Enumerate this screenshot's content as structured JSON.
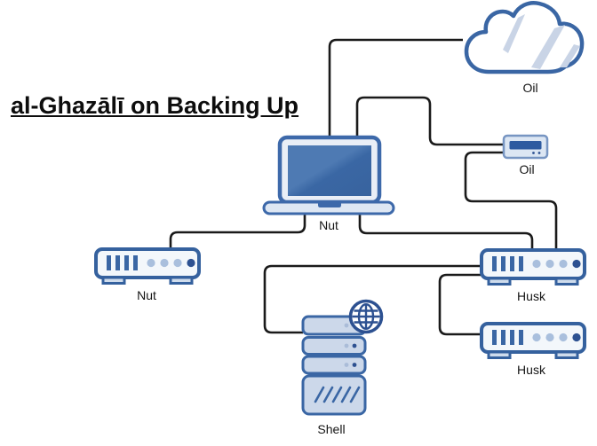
{
  "title": "al-Ghazālī on Backing Up",
  "nodes": {
    "cloud": {
      "label": "Oil",
      "type": "cloud"
    },
    "modem": {
      "label": "Oil",
      "type": "modem"
    },
    "laptop": {
      "label": "Nut",
      "type": "laptop"
    },
    "router_left": {
      "label": "Nut",
      "type": "router"
    },
    "husk_top": {
      "label": "Husk",
      "type": "router"
    },
    "husk_bottom": {
      "label": "Husk",
      "type": "router"
    },
    "server": {
      "label": "Shell",
      "type": "server-with-globe"
    }
  },
  "edges": [
    {
      "from": "laptop",
      "to": "cloud"
    },
    {
      "from": "laptop",
      "to": "modem"
    },
    {
      "from": "modem",
      "to": "husk_top"
    },
    {
      "from": "laptop",
      "to": "husk_top"
    },
    {
      "from": "laptop",
      "to": "router_left"
    },
    {
      "from": "husk_top",
      "to": "server"
    },
    {
      "from": "husk_top",
      "to": "husk_bottom"
    }
  ],
  "colors": {
    "outline_blue": "#3a66a4",
    "dark_blue": "#2d5191",
    "screen_blue_light": "#4e7ab3",
    "screen_blue_dark": "#3a67a4",
    "body_fill": "#f3f7fb",
    "panel_fill": "#ccd8ea",
    "base_fill": "#dee7f3",
    "dot_light": "#a9bfdd",
    "cloud_streak": "#c9d4e6",
    "connector_black": "#1a1a1a",
    "text_black": "#0d0d0d"
  }
}
